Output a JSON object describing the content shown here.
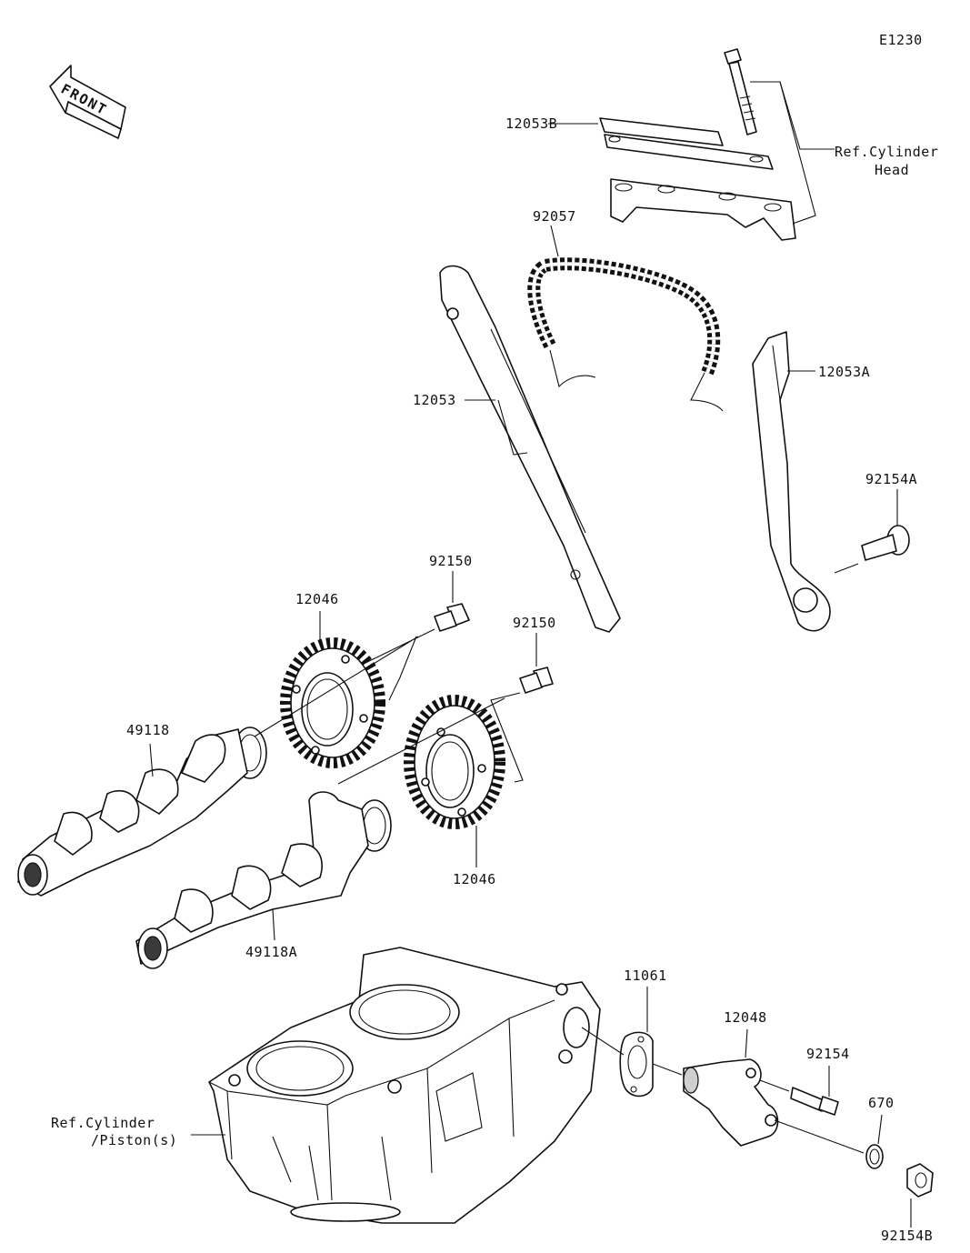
{
  "diagram": {
    "ref_code": "E1230",
    "front_label": "FRONT"
  },
  "labels": {
    "p12053B": "12053B",
    "ref_cyl_head_line1": "Ref.Cylinder",
    "ref_cyl_head_line2": "Head",
    "p92057": "92057",
    "p12053": "12053",
    "p12053A": "12053A",
    "p92154A": "92154A",
    "p92150_a": "92150",
    "p92150_b": "92150",
    "p12046_a": "12046",
    "p12046_b": "12046",
    "p49118": "49118",
    "p49118A": "49118A",
    "p11061": "11061",
    "p12048": "12048",
    "p92154": "92154",
    "p670": "670",
    "p92154B": "92154B",
    "ref_cyl_piston_line1": "Ref.Cylinder",
    "ref_cyl_piston_line2": "/Piston(s)"
  }
}
